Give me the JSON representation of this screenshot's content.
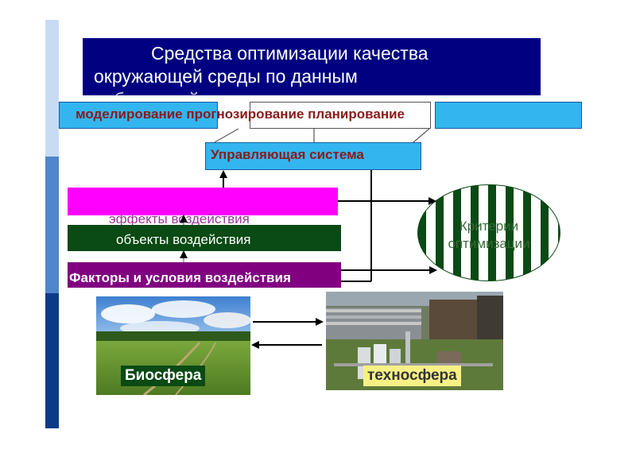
{
  "title": {
    "line1": "Средства оптимизации качества",
    "line2": "окружающей среды по данным",
    "line3": "наблюдений"
  },
  "methods": "моделирование прогнозирование планирование",
  "management": "Управляющая система",
  "effects": "эффекты воздействия",
  "objects": "объекты воздействия",
  "factors": "Факторы и условия воздействия",
  "criteria": {
    "line1": "Критерии",
    "line2": "оптимизации"
  },
  "biosphere": "Биосфера",
  "technosphere": "техносфера",
  "colors": {
    "title_bg": "#000080",
    "blue_box": "#33b5f0",
    "effects": "#ff00ff",
    "objects": "#0a4a14",
    "factors": "#800080",
    "tech_label_bg": "#f7f085"
  }
}
